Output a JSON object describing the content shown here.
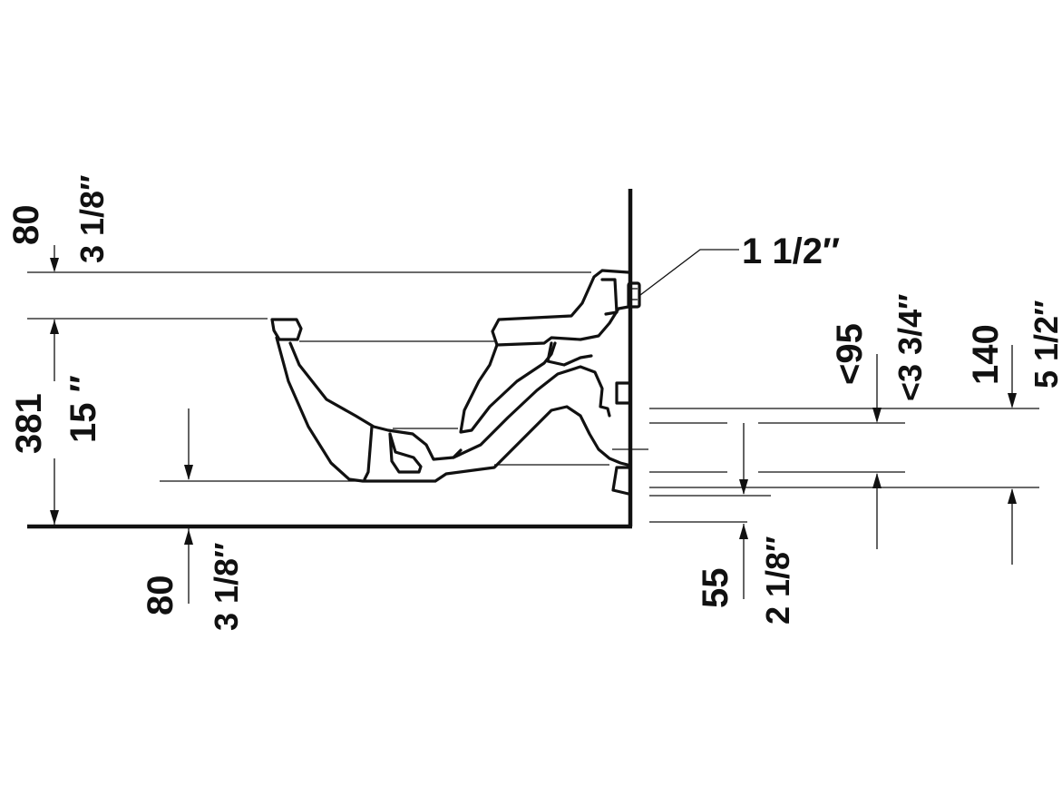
{
  "colors": {
    "ink": "#111111",
    "background": "#ffffff"
  },
  "dimensions": {
    "top_rim": {
      "mm": "80",
      "inch": "3 1/8″"
    },
    "height": {
      "mm": "381",
      "inch": "15 ″"
    },
    "bottom": {
      "mm": "80",
      "inch": "3 1/8″"
    },
    "drain": {
      "inch": "1 1/2″"
    },
    "outlet_offset": {
      "mm": "<95",
      "inch": "<3 3/4″"
    },
    "outlet_height": {
      "mm": "140",
      "inch": "5 1/2″"
    },
    "lower_gap": {
      "mm": "55",
      "inch": "2 1/8″"
    }
  }
}
